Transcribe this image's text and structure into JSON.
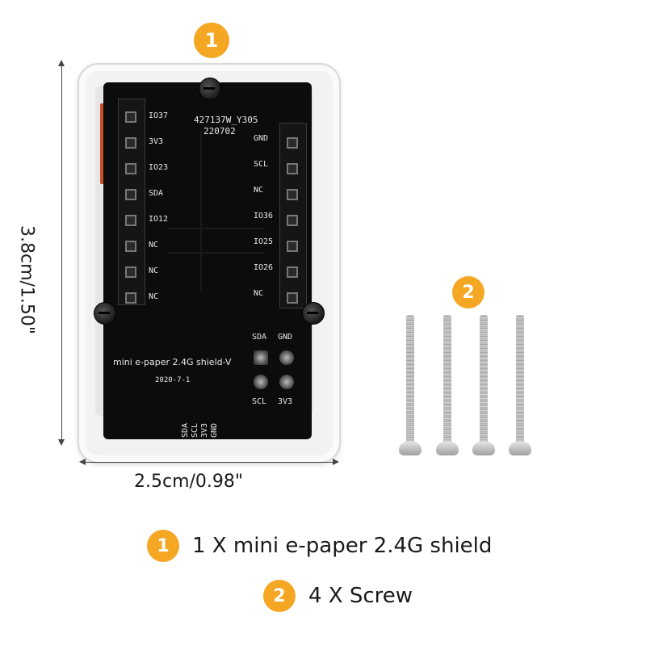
{
  "colors": {
    "badge": "#f5a623",
    "board": "#0c0c0c",
    "case": "#f2f2f2"
  },
  "callouts": {
    "shield_number": "1",
    "screws_number": "2"
  },
  "dimensions": {
    "height": "3.8cm/1.50\"",
    "width": "2.5cm/0.98\""
  },
  "board": {
    "part_code": "427137W_Y305",
    "date_code": "220702",
    "left_pins": [
      "IO37",
      "3V3",
      "IO23",
      "SDA",
      "IO12",
      "NC",
      "NC",
      "NC"
    ],
    "right_pins": [
      "GND",
      "SCL",
      "NC",
      "IO36",
      "IO25",
      "IO26",
      "NC"
    ],
    "title": "mini e-paper 2.4G shield-V",
    "date": "2020-7-1",
    "pad_labels": {
      "top_left": "SDA",
      "top_right": "GND",
      "bottom_left": "SCL",
      "bottom_right": "3V3"
    },
    "bottom_edge_labels": [
      "SDA",
      "SCL",
      "3V3",
      "GND"
    ]
  },
  "screws": {
    "count_icons": [
      "screw",
      "screw",
      "screw",
      "screw"
    ]
  },
  "legend": [
    {
      "number": "1",
      "text": "1 X mini e-paper 2.4G shield"
    },
    {
      "number": "2",
      "text": "4 X Screw"
    }
  ]
}
